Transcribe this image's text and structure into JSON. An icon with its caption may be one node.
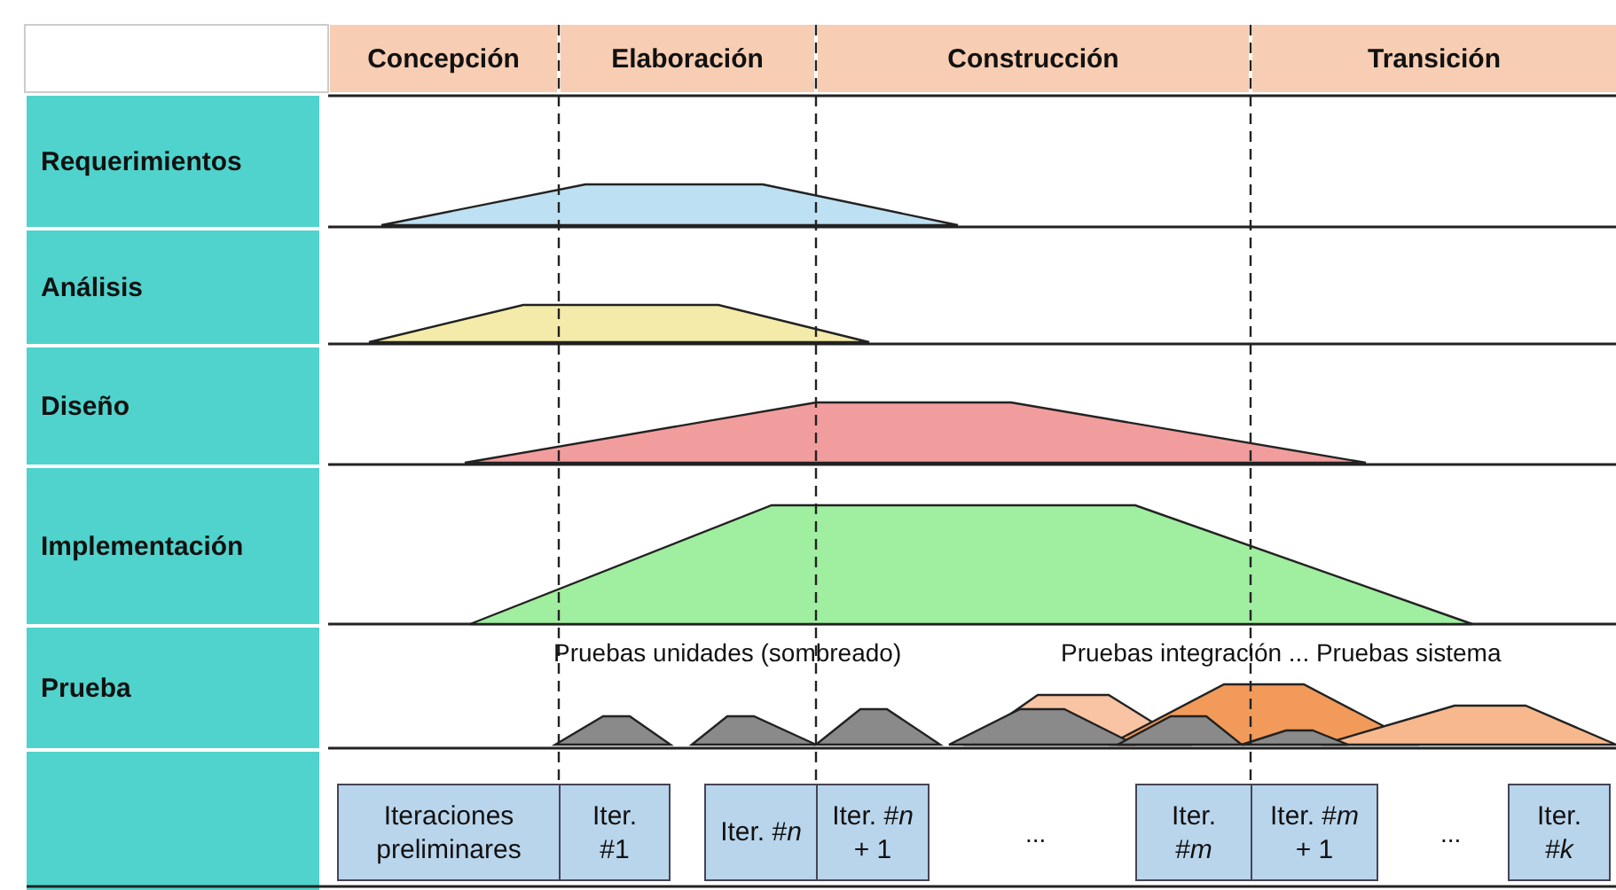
{
  "diagram": {
    "nodes": [
      {
        "text": [
          "Concepción"
        ]
      },
      {
        "text": [
          "Elaboración"
        ]
      },
      {
        "text": [
          "Construcción"
        ]
      },
      {
        "text": [
          "Transición"
        ]
      },
      {
        "text": [
          "Requerimientos"
        ]
      },
      {
        "text": [
          "Análisis"
        ]
      },
      {
        "text": [
          "Diseño"
        ]
      },
      {
        "text": [
          "Implementación"
        ]
      },
      {
        "text": [
          "Prueba"
        ]
      },
      {
        "text": [
          "Iteraciones preliminares"
        ]
      },
      {
        "text": [
          "Iter. #1"
        ]
      },
      {
        "text": [
          "Iter. #*n*"
        ]
      },
      {
        "text": [
          "Iter. #*n* + 1"
        ]
      },
      {
        "text": [
          "Iter. #*m*"
        ]
      },
      {
        "text": [
          "Iter. #*m* + 1"
        ]
      },
      {
        "text": [
          "Iter. #*k*"
        ]
      }
    ],
    "edges": [],
    "labels": [
      "Pruebas unidades (sombreado)",
      "Pruebas integración ... Pruebas sistema",
      "...",
      "..."
    ]
  }
}
